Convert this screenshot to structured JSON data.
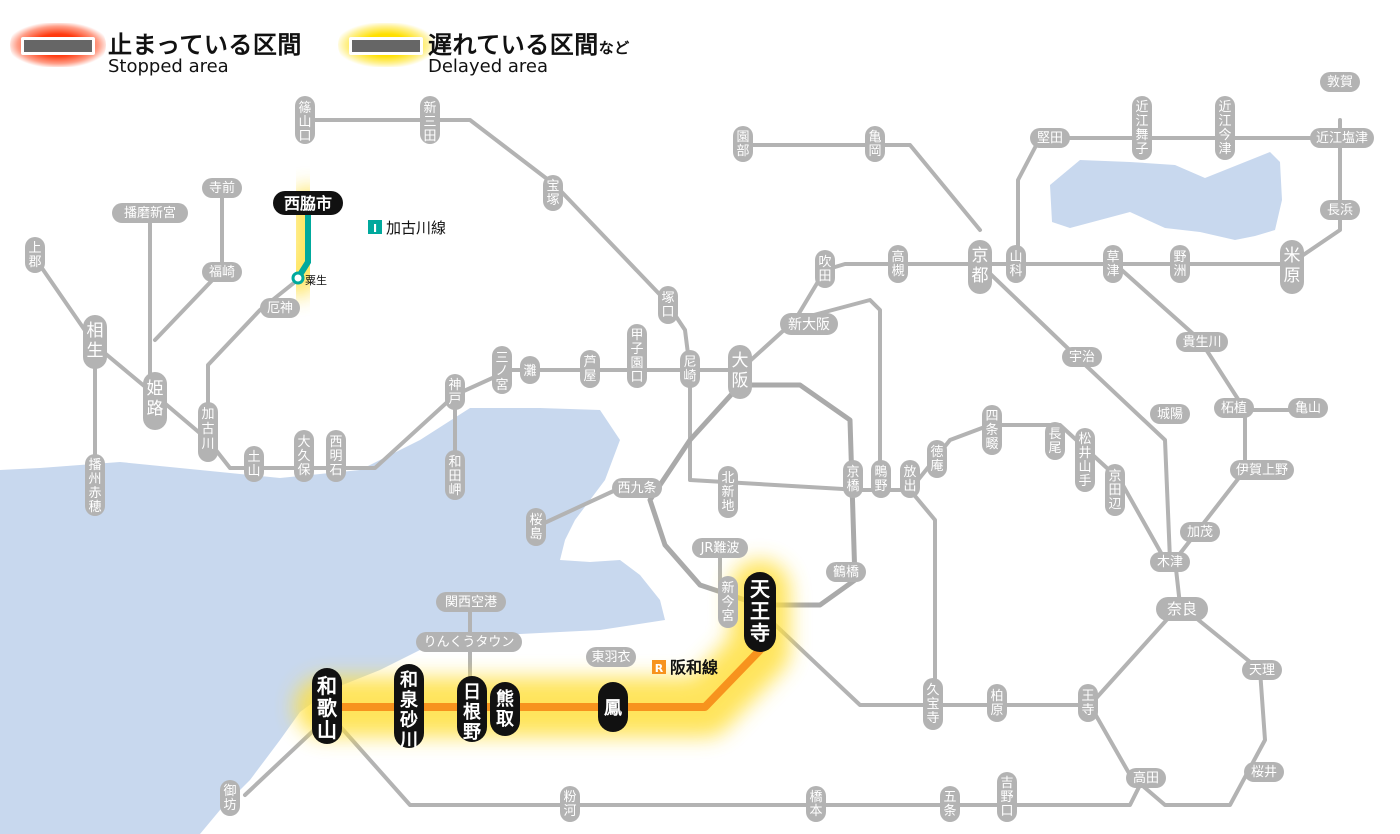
{
  "legend": {
    "stopped_title": "止まっている区間",
    "stopped_sub": "Stopped area",
    "delayed_title": "遅れている区間",
    "delayed_suffix": "など",
    "delayed_sub": "Delayed area",
    "stopped_color": "#ff2a00",
    "delayed_color": "#ffd800"
  },
  "lines": {
    "kakogawa": {
      "badge": "I",
      "name": "加古川線",
      "color": "#00a99d"
    },
    "hanwa": {
      "badge": "R",
      "name": "阪和線",
      "color": "#f7931e"
    }
  },
  "stations": {
    "sasayamaguchi": "篠山口",
    "shinsanda": "新三田",
    "takarazuka": "宝塚",
    "sonobe": "園部",
    "kameoka": "亀岡",
    "katata": "堅田",
    "omimaiko": "近江舞子",
    "omiimazu": "近江今津",
    "tsuruga": "敦賀",
    "omishiotsu": "近江塩津",
    "nagahama": "長浜",
    "teramae": "寺前",
    "harimashingu": "播磨新宮",
    "nishiwakishi": "西脇市",
    "awau": "粟生",
    "fukusaki": "福崎",
    "yashiro": "厄神",
    "kamigori": "上郡",
    "aioi": "相生",
    "himeji": "姫路",
    "kakogawa": "加古川",
    "tsuchiyama": "土山",
    "okubo": "大久保",
    "nishiakashi": "西明石",
    "banshuako": "播州赤穂",
    "kobe": "神戸",
    "wadamisaki": "和田岬",
    "sannomiya": "三ノ宮",
    "nada": "灘",
    "ashiya": "芦屋",
    "koshienguchi": "甲子園口",
    "amagasaki": "尼崎",
    "tsukaguchi": "塚口",
    "osaka": "大阪",
    "shinosaka": "新大阪",
    "suita": "吹田",
    "takatsuki": "高槻",
    "kyoto": "京都",
    "yamashina": "山科",
    "kusatsu": "草津",
    "yasu": "野洲",
    "maibara": "米原",
    "uji": "宇治",
    "kibukawa": "貴生川",
    "tsuge": "柘植",
    "kameyama": "亀山",
    "joyo": "城陽",
    "igaueno": "伊賀上野",
    "kamo": "加茂",
    "kizu": "木津",
    "nara": "奈良",
    "tenri": "天理",
    "sakurai": "桜井",
    "oji": "王寺",
    "takada": "高田",
    "yoshinoguchi": "吉野口",
    "gojo": "五条",
    "hashimoto": "橋本",
    "kokawa": "粉河",
    "gobo": "御坊",
    "wakayama": "和歌山",
    "izumisunagawa": "和泉砂川",
    "hineno": "日根野",
    "kumatori": "熊取",
    "otori": "鳳",
    "higashihagoromo": "東羽衣",
    "tennoji": "天王寺",
    "shinimamiya": "新今宮",
    "jrnamba": "JR難波",
    "kansaikuko": "関西空港",
    "rinkutown": "りんくうタウン",
    "tsuruhashi": "鶴橋",
    "kyobashi": "京橋",
    "kitashinchi": "北新地",
    "nishikujo": "西九条",
    "sakurajima": "桜島",
    "shigino": "鴫野",
    "hanaten": "放出",
    "tokuan": "徳庵",
    "shijonawate": "四条畷",
    "nagao": "長尾",
    "matsuiyamate": "松井山手",
    "kyotanabe": "京田辺",
    "kyuhoji": "久宝寺",
    "kashiwara": "柏原"
  }
}
